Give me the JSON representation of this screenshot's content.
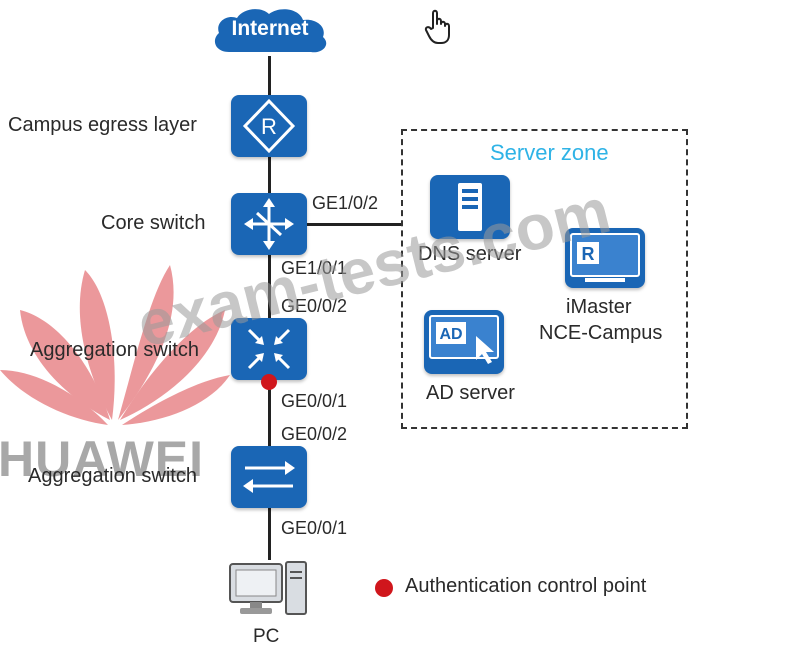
{
  "internet": {
    "label": "Internet"
  },
  "layers": {
    "egress": "Campus egress layer",
    "core": "Core switch",
    "aggregation1": "Aggregation switch",
    "aggregation2": "Aggregation switch",
    "pc": "PC"
  },
  "ports": {
    "core_right": "GE1/0/2",
    "core_bottom": "GE1/0/1",
    "agg1_top": "GE0/0/2",
    "agg1_bottom": "GE0/0/1",
    "agg2_top": "GE0/0/2",
    "agg2_bottom": "GE0/0/1"
  },
  "server_zone": {
    "title": "Server zone",
    "dns": "DNS server",
    "imaster_line1": "iMaster",
    "imaster_line2": "NCE-Campus",
    "ad": "AD server",
    "ad_icon_text": "AD",
    "imaster_icon_text": "R"
  },
  "legend": {
    "auth_point": "Authentication control point"
  },
  "watermark": {
    "brand": "HUAWEI",
    "site": "exam-tests.com"
  },
  "colors": {
    "device": "#1a66b5",
    "zone_title": "#2fb3e6",
    "auth_dot": "#d0161c",
    "huawei": "#e0555a"
  }
}
